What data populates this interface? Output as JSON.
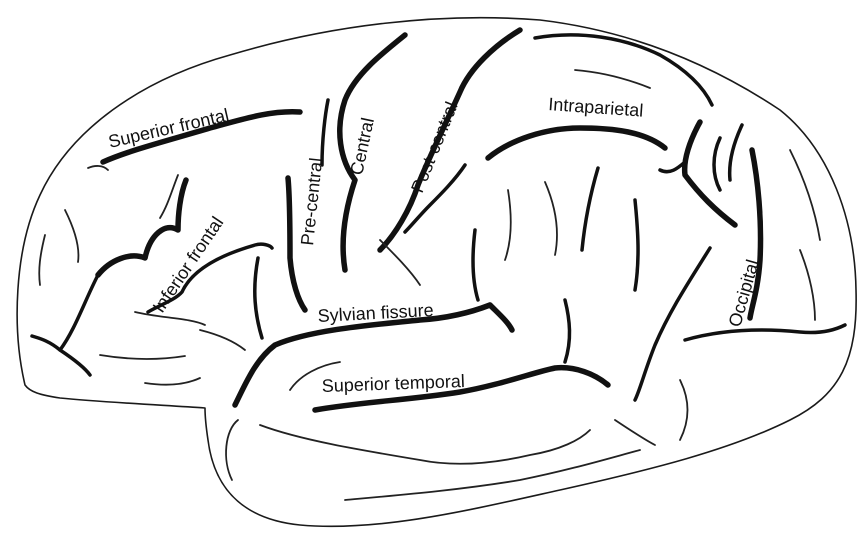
{
  "labels": {
    "superior_frontal": "Superior frontal",
    "inferior_frontal": "Inferior frontal",
    "pre_central": "Pre-central",
    "central": "Central",
    "post_central": "Post-central",
    "intraparietal": "Intraparietal",
    "sylvian_fissure": "Sylvian fissure",
    "superior_temporal": "Superior temporal",
    "occipital": "Occipital"
  },
  "colors": {
    "ink": "#111111",
    "background": "#ffffff"
  }
}
